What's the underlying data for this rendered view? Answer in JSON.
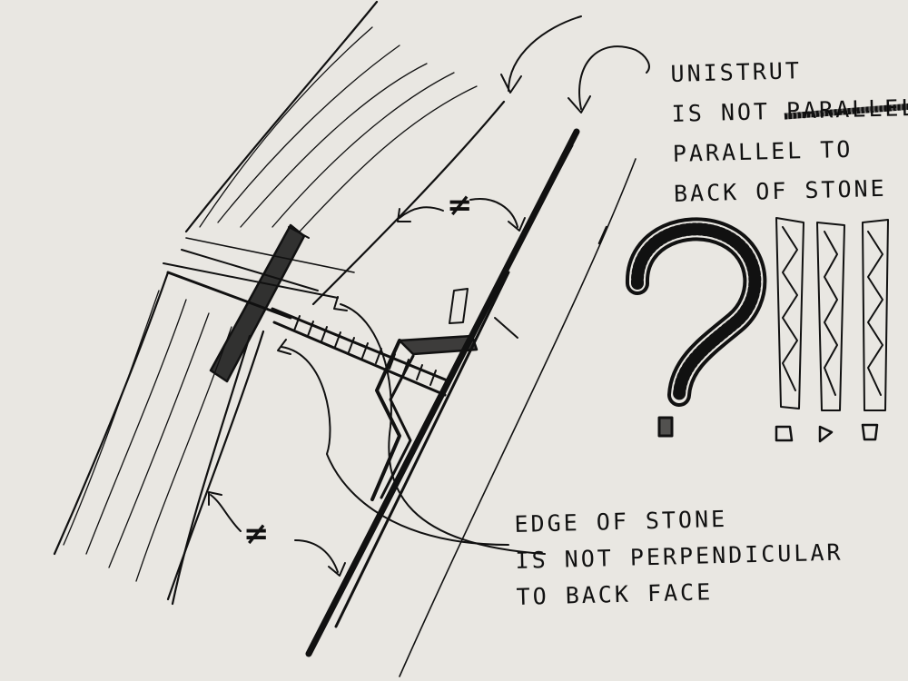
{
  "labels": {
    "unistrut": {
      "line1": "UNISTRUT",
      "line2_prefix": "IS NOT ",
      "line2_struck": "PARALLEL",
      "line3": "PARALLEL TO",
      "line4": "BACK OF STONE"
    },
    "edge_of_stone": {
      "line1": "EDGE OF STONE",
      "line2": "IS NOT PERPENDICULAR",
      "line3": "TO BACK FACE"
    },
    "not_equal_top": "≠",
    "not_equal_bottom": "≠"
  },
  "colors": {
    "paper": "#e9e7e2",
    "ink": "#111111"
  }
}
